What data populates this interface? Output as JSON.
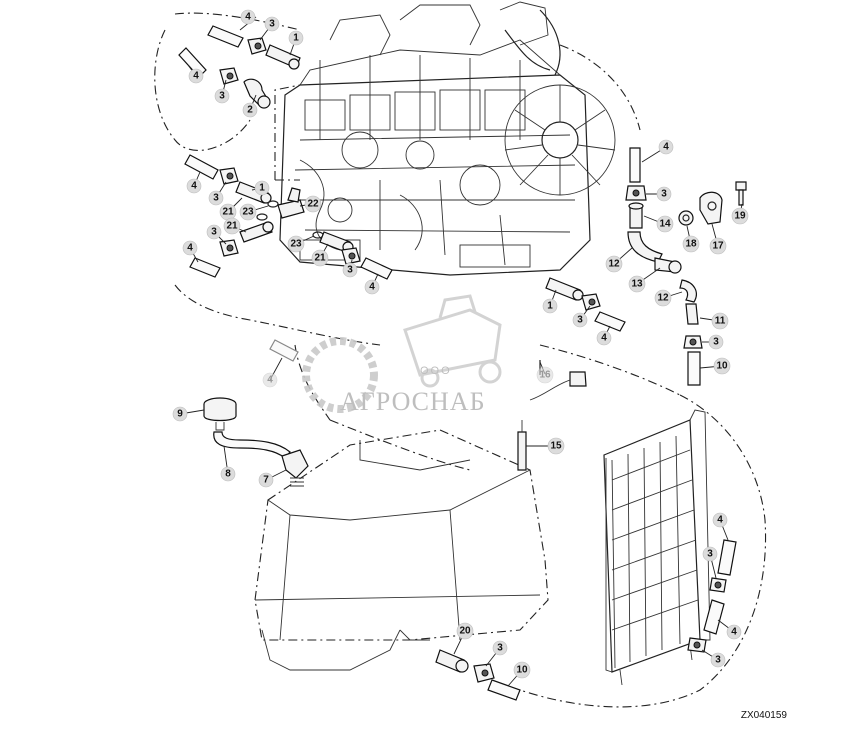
{
  "figure_code": "ZX040159",
  "watermark": {
    "company_form": "ООО",
    "company_name": "АГРОСНАБ"
  },
  "callouts": {
    "c1": "1",
    "c2": "2",
    "c3": "3",
    "c4": "4",
    "c7": "7",
    "c8": "8",
    "c9": "9",
    "c10": "10",
    "c11": "11",
    "c12": "12",
    "c13": "13",
    "c14": "14",
    "c15": "15",
    "c16": "16",
    "c17": "17",
    "c18": "18",
    "c19": "19",
    "c20": "20",
    "c21": "21",
    "c22": "22",
    "c23": "23"
  }
}
